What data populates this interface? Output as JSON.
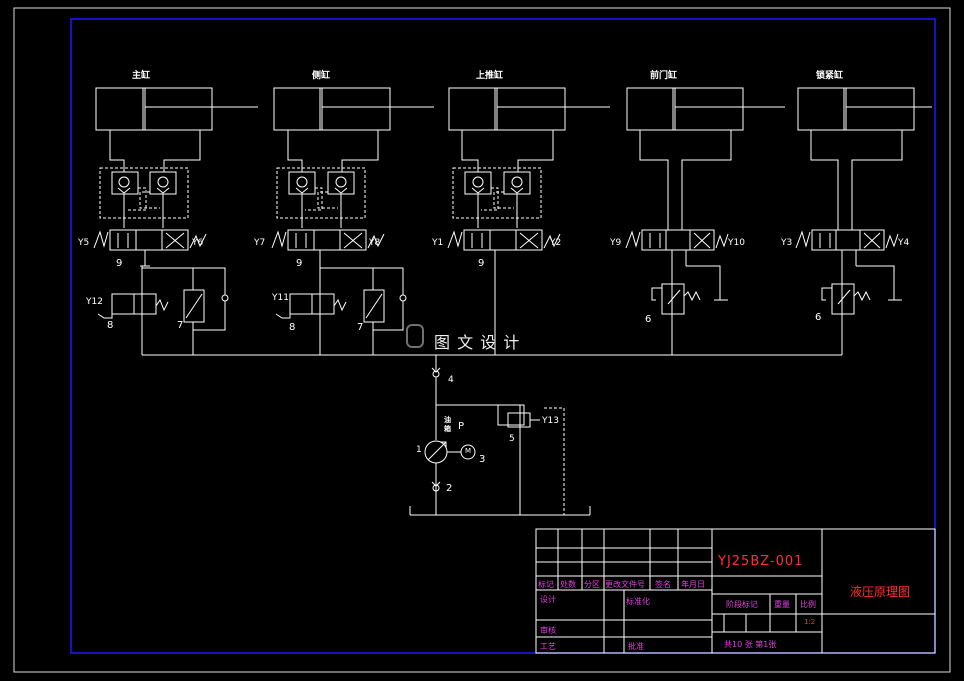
{
  "cylinders": [
    {
      "label": "主缸"
    },
    {
      "label": "侧缸"
    },
    {
      "label": "上推缸"
    },
    {
      "label": "前门缸"
    },
    {
      "label": "锁紧缸"
    }
  ],
  "solenoids": [
    "Y5",
    "Y6",
    "Y7",
    "Y8",
    "Y1",
    "Y2",
    "Y9",
    "Y10",
    "Y3",
    "Y4",
    "Y12",
    "Y11",
    "Y13"
  ],
  "numbers": {
    "n9a": "9",
    "n9b": "9",
    "n9c": "9",
    "n8a": "8",
    "n8b": "8",
    "n7a": "7",
    "n7b": "7",
    "n6a": "6",
    "n6b": "6",
    "n4": "4",
    "n5": "5",
    "n1": "1",
    "n2": "2",
    "n3": "3",
    "nP": "P",
    "motor": "M"
  },
  "tank_label": "油箱",
  "watermark": "图 文 设 计",
  "title_block": {
    "drawing_no": "YJ25BZ-001",
    "title": "液压原理图",
    "row_labels": [
      "标记",
      "处数",
      "分区",
      "更改文件号",
      "签名",
      "年月日"
    ],
    "design": "设计",
    "standardize": "标准化",
    "review": "审核",
    "process": "工艺",
    "approve": "批准",
    "stage_mark": "阶段标记",
    "weight": "重量",
    "scale": "比例",
    "scale_value": "1:2",
    "sheets": "共10 张 第1张"
  },
  "colors": {
    "frame": "#1a1aff",
    "lines": "#ffffff",
    "magenta": "#e040e0",
    "red": "#ff3030"
  }
}
